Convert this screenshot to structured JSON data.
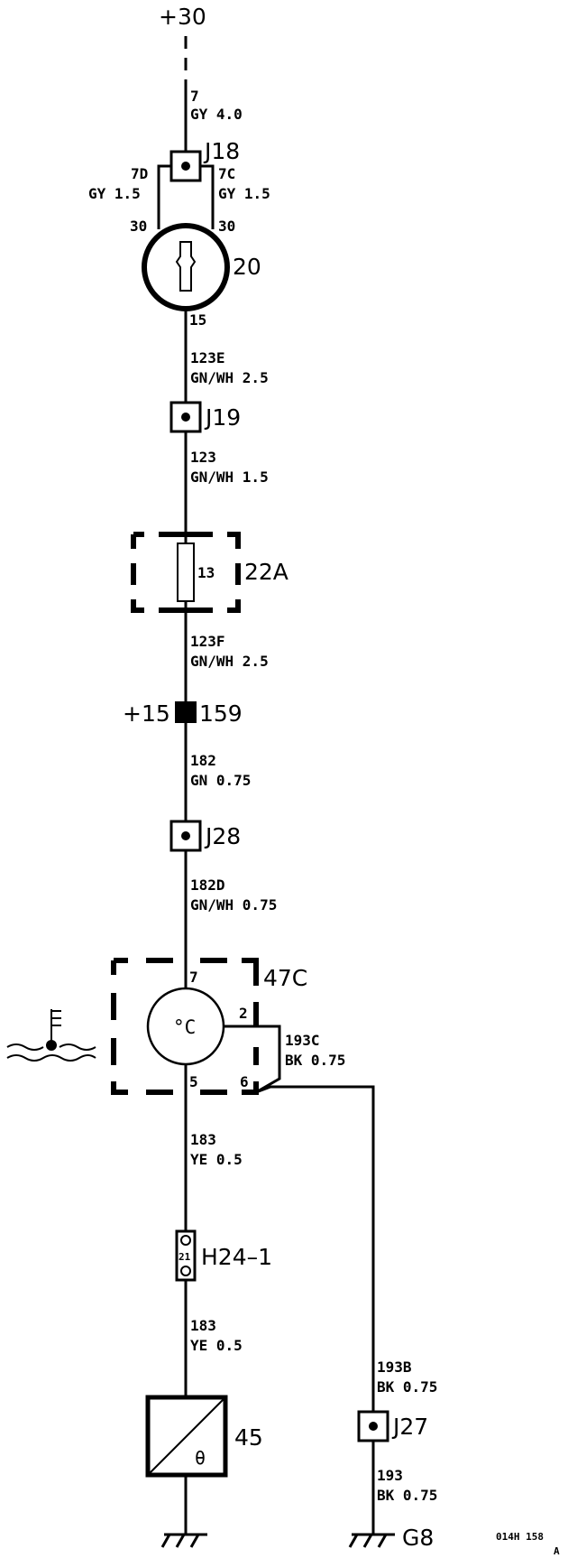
{
  "supply": {
    "label": "+30"
  },
  "wires": {
    "w7": {
      "num": "7",
      "spec": "GY 4.0"
    },
    "w7d": {
      "num": "7D",
      "spec": "GY 1.5"
    },
    "w7c": {
      "num": "7C",
      "spec": "GY 1.5"
    },
    "w123e": {
      "num": "123E",
      "spec": "GN/WH 2.5"
    },
    "w123": {
      "num": "123",
      "spec": "GN/WH 1.5"
    },
    "w123f": {
      "num": "123F",
      "spec": "GN/WH 2.5"
    },
    "w182": {
      "num": "182",
      "spec": "GN 0.75"
    },
    "w182d": {
      "num": "182D",
      "spec": "GN/WH 0.75"
    },
    "w193c": {
      "num": "193C",
      "spec": "BK 0.75"
    },
    "w183a": {
      "num": "183",
      "spec": "YE 0.5"
    },
    "w183b": {
      "num": "183",
      "spec": "YE 0.5"
    },
    "w193b": {
      "num": "193B",
      "spec": "BK 0.75"
    },
    "w193": {
      "num": "193",
      "spec": "BK 0.75"
    }
  },
  "components": {
    "j18": "J18",
    "j19": "J19",
    "j28": "J28",
    "j27": "J27",
    "ignition_switch": {
      "id": "20",
      "pin_left": "30",
      "pin_right": "30",
      "pin_out": "15"
    },
    "fuse_box": {
      "id": "22A",
      "fuse": "13"
    },
    "splice": {
      "left": "+15",
      "right": "159"
    },
    "gauge": {
      "id": "47C",
      "unit": "°C",
      "pin_top": "7",
      "pin_right": "2",
      "pin_bottom": "5",
      "pin_ground": "6"
    },
    "connector": {
      "id": "H24–1",
      "pin": "21"
    },
    "sensor": {
      "id": "45",
      "symbol": "θ"
    },
    "ground": {
      "id": "G8"
    }
  },
  "footer": {
    "code": "014H 158",
    "rev": "A"
  }
}
